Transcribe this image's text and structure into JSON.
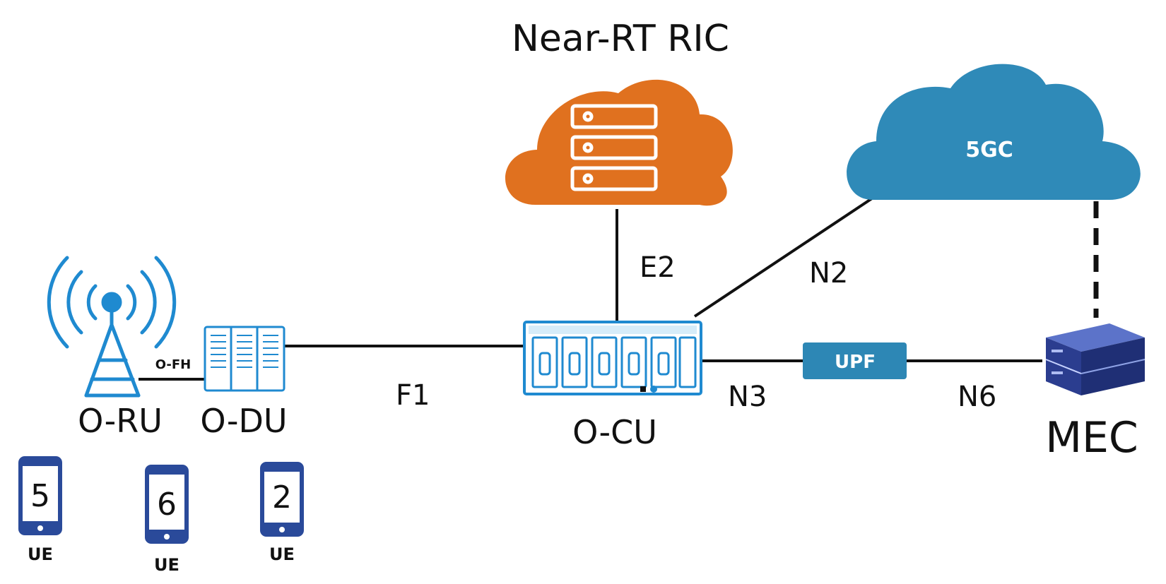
{
  "nodes": {
    "near_rt_ric": "Near-RT RIC",
    "core": "5GC",
    "o_ru": "O-RU",
    "o_du": "O-DU",
    "o_cu": "O-CU",
    "upf": "UPF",
    "mec": "MEC"
  },
  "interfaces": {
    "e2": "E2",
    "n2": "N2",
    "f1": "F1",
    "n3": "N3",
    "n6": "N6",
    "o_fh": "O-FH"
  },
  "ues": [
    {
      "number": "5",
      "label": "UE"
    },
    {
      "number": "6",
      "label": "UE"
    },
    {
      "number": "2",
      "label": "UE"
    }
  ],
  "colors": {
    "ric_cloud": "#e0711f",
    "core_cloud": "#2f8ab8",
    "equipment": "#1f8ad0",
    "upf_box": "#2d87b5",
    "ue_phone": "#2a4a9a",
    "mec_server": "#2b3d8f",
    "line": "#111111"
  }
}
